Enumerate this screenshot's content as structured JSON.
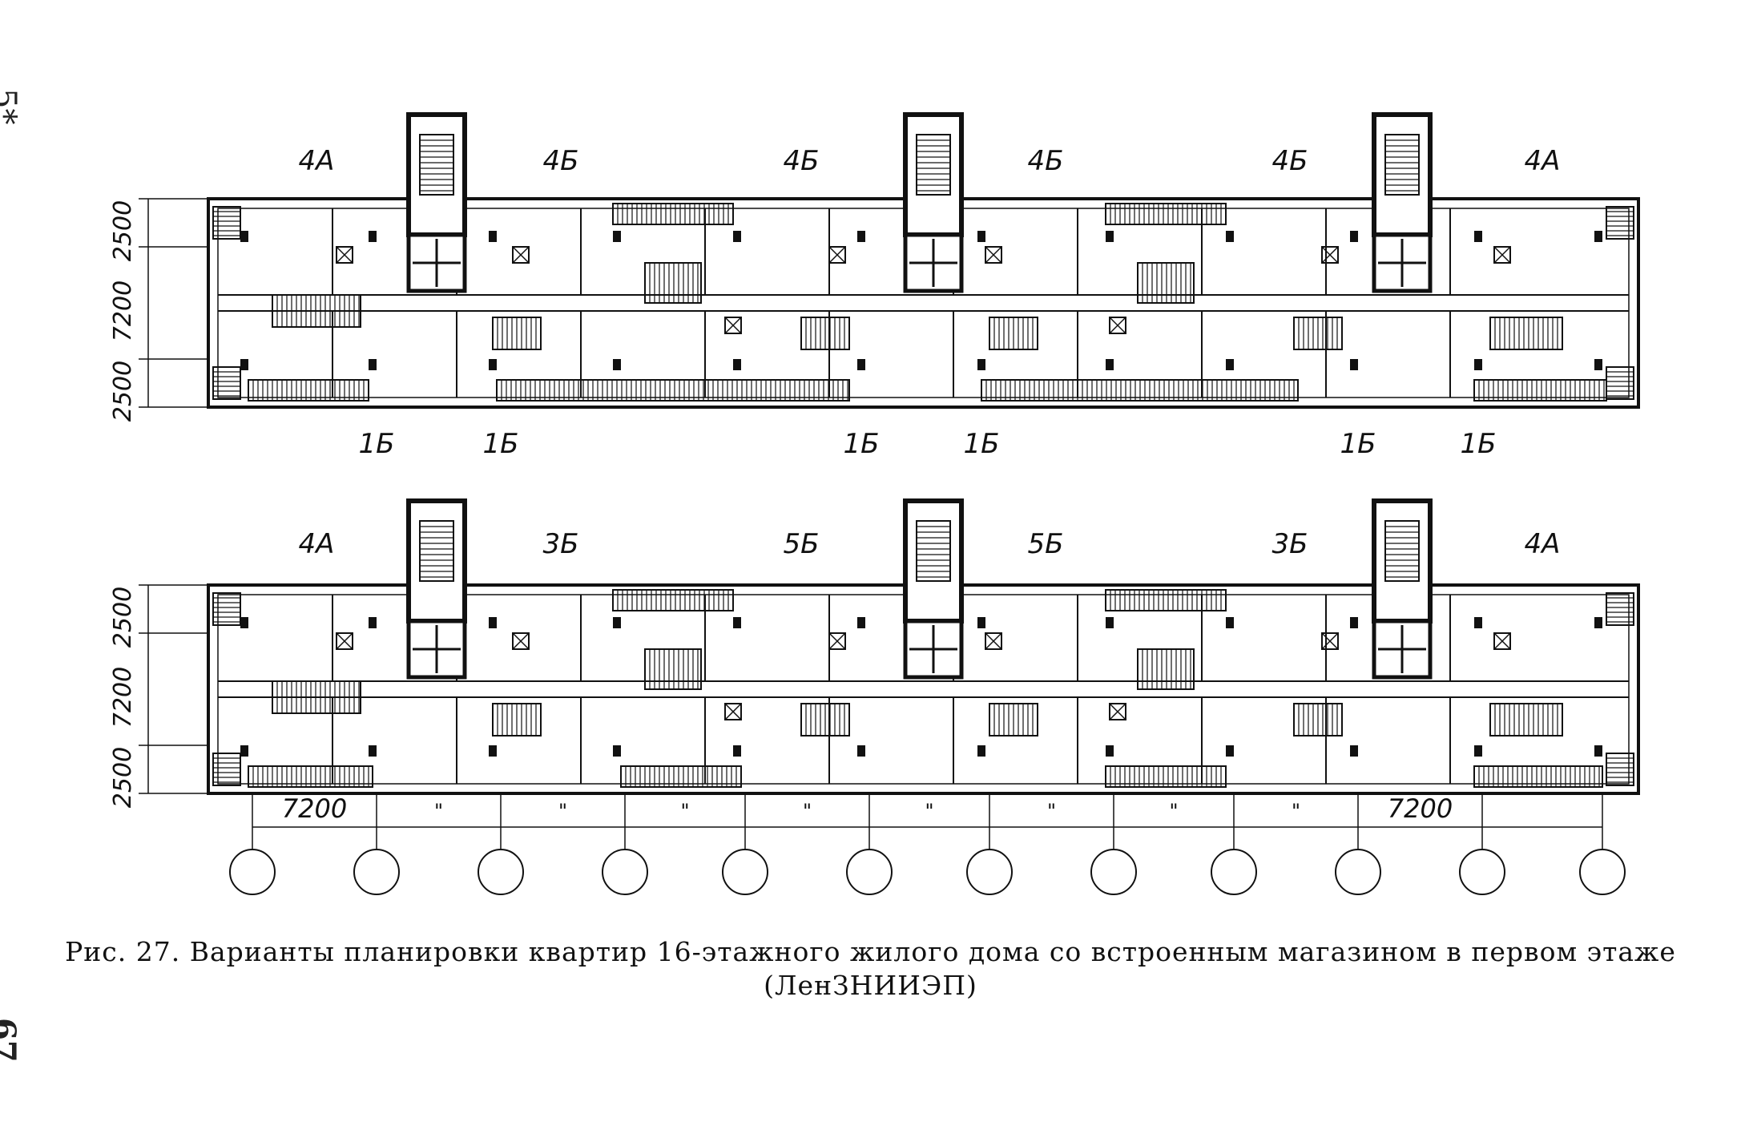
{
  "page": {
    "margin_mark": "5*",
    "page_number": "67"
  },
  "plans": [
    {
      "name": "plan-top",
      "apartments_top": [
        "4А",
        "4Б",
        "4Б",
        "4Б",
        "4Б",
        "4А"
      ],
      "apartments_bottom": [
        "1Б",
        "1Б",
        "1Б",
        "1Б",
        "1Б",
        "1Б"
      ],
      "dimensions": [
        "2500",
        "7200",
        "2500"
      ]
    },
    {
      "name": "plan-bottom",
      "apartments_top": [
        "4А",
        "3Б",
        "5Б",
        "5Б",
        "3Б",
        "4А"
      ],
      "dimensions": [
        "2500",
        "7200",
        "2500"
      ],
      "bays": [
        "7200",
        "\"",
        "\"",
        "\"",
        "\"",
        "\"",
        "\"",
        "\"",
        "\"",
        "7200"
      ]
    }
  ],
  "caption": {
    "line1": "Рис. 27. Варианты планировки квартир 16-этажного жилого дома со встроенным магазином в первом этаже",
    "line2": "(ЛенЗНИИЭП)"
  },
  "colors": {
    "ink": "#111111",
    "hatch": "#333333",
    "paper": "#ffffff"
  }
}
